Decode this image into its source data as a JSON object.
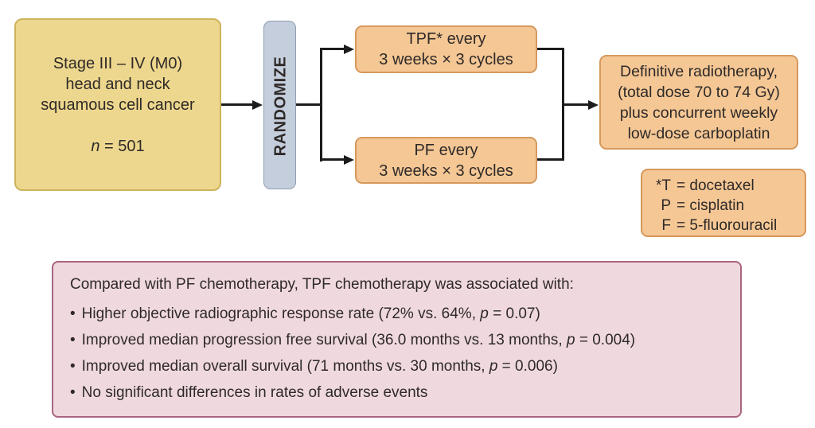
{
  "diagram": {
    "background": "#ffffff",
    "text_color": "#2f2a28",
    "arrow_color": "#1c1c1c"
  },
  "population_box": {
    "fill": "#edd78e",
    "border": "#cdb35c",
    "lines": [
      "Stage III – IV (M0)",
      "head and neck",
      "squamous cell cancer"
    ],
    "n_label_italic": "n",
    "n_value": " = 501"
  },
  "randomize_box": {
    "fill": "#c4cedc",
    "border": "#8e9db2",
    "label": "RANDOMIZE"
  },
  "arm_boxes": {
    "fill": "#f4c795",
    "border": "#d6995d",
    "top": {
      "lines": [
        "TPF* every",
        "3 weeks × 3 cycles"
      ]
    },
    "bottom": {
      "lines": [
        "PF every",
        "3 weeks × 3 cycles"
      ]
    }
  },
  "radiotherapy_box": {
    "fill": "#f4c795",
    "border": "#d6995d",
    "lines": [
      "Definitive radiotherapy,",
      "(total dose 70 to 74 Gy)",
      "plus concurrent weekly",
      "low-dose carboplatin"
    ]
  },
  "legend_box": {
    "fill": "#f4c795",
    "border": "#d6995d",
    "entries": [
      {
        "key": "*T",
        "value": "= docetaxel"
      },
      {
        "key": "P",
        "value": "= cisplatin"
      },
      {
        "key": "F",
        "value": "= 5-fluorouracil"
      }
    ]
  },
  "results_box": {
    "fill": "#efd9df",
    "border": "#a96480",
    "header": "Compared with PF chemotherapy, TPF chemotherapy was associated with:",
    "bullet_marker": "•",
    "bullets": [
      {
        "pre": "Higher objective radiographic response rate (72% vs. 64%, ",
        "italic": "p",
        "post": " = 0.07)"
      },
      {
        "pre": "Improved median progression free survival (36.0 months vs. 13 months, ",
        "italic": "p",
        "post": " = 0.004)"
      },
      {
        "pre": "Improved median overall survival (71 months vs. 30 months, ",
        "italic": "p",
        "post": " = 0.006)"
      },
      {
        "pre": "No significant differences in rates of adverse events",
        "italic": "",
        "post": ""
      }
    ]
  }
}
